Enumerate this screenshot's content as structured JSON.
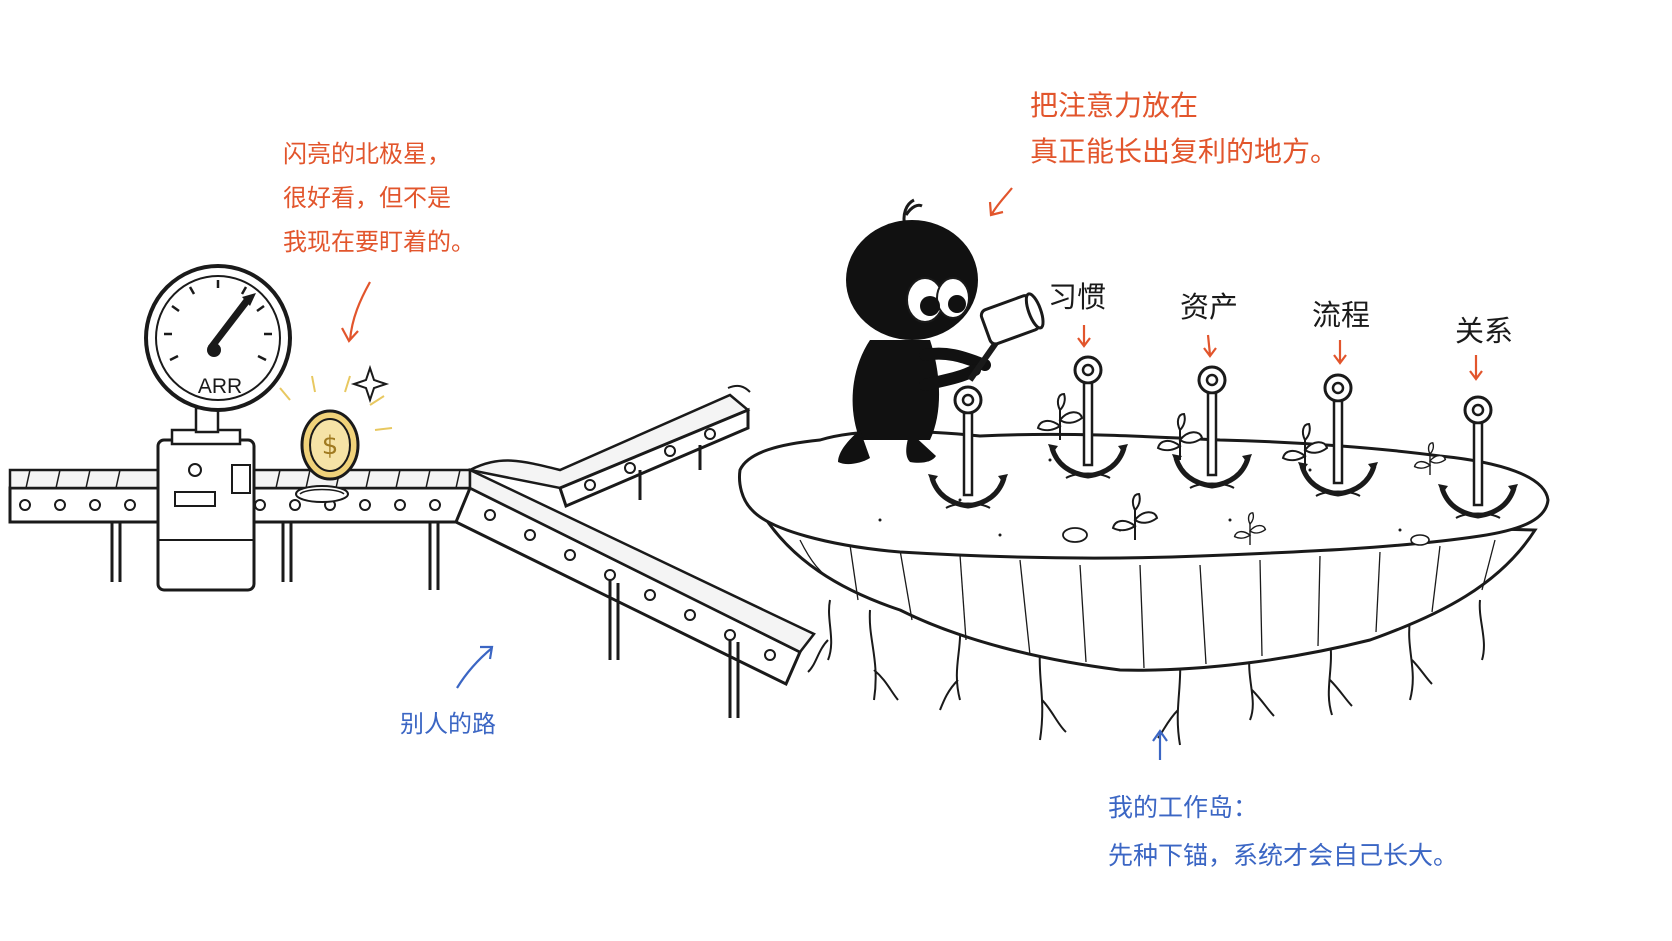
{
  "notes": {
    "north_star": "闪亮的北极星，\n很好看，但不是\n我现在要盯着的。",
    "focus_line1": "把注意力放在",
    "focus_line2": "真正能长出复利的地方。",
    "others_road": "别人的路",
    "island_line1": "我的工作岛：",
    "island_line2": "先种下锚，系统才会自己长大。"
  },
  "gauge": {
    "label": "ARR"
  },
  "anchors": [
    {
      "label": "习惯"
    },
    {
      "label": "资产"
    },
    {
      "label": "流程"
    },
    {
      "label": "关系"
    }
  ],
  "colors": {
    "accent_red": "#e2552c",
    "accent_blue": "#3b66c4",
    "ink": "#1a1a1a"
  }
}
